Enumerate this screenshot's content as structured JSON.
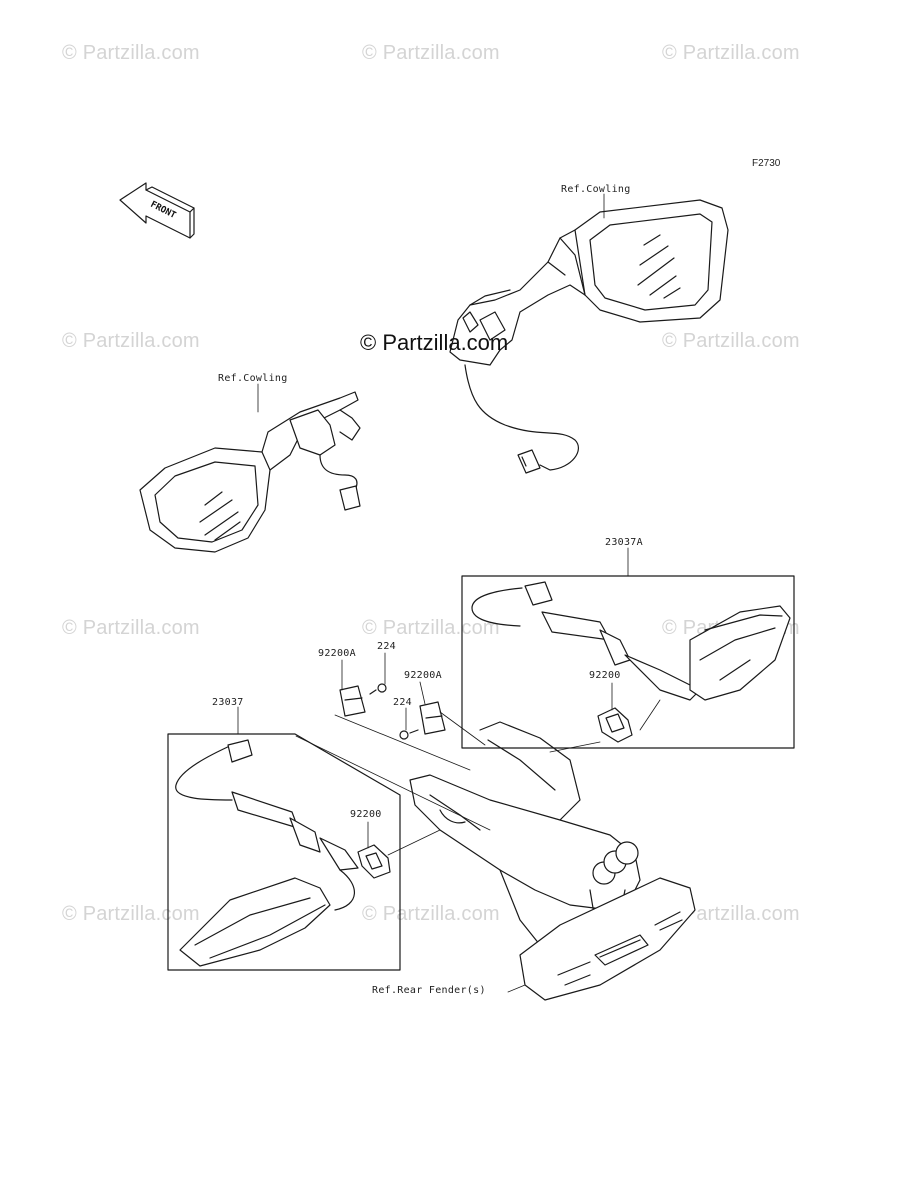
{
  "figure_id": "F2730",
  "front_label": "FRONT",
  "watermark": "© Partzilla.com",
  "labels": {
    "ref_cowling_right": "Ref.Cowling",
    "ref_cowling_left": "Ref.Cowling",
    "part_23037A": "23037A",
    "part_23037": "23037",
    "part_92200A_1": "92200A",
    "part_92200A_2": "92200A",
    "part_224_1": "224",
    "part_224_2": "224",
    "part_92200_right": "92200",
    "part_92200_left": "92200",
    "ref_rear_fender": "Ref.Rear Fender(s)"
  }
}
